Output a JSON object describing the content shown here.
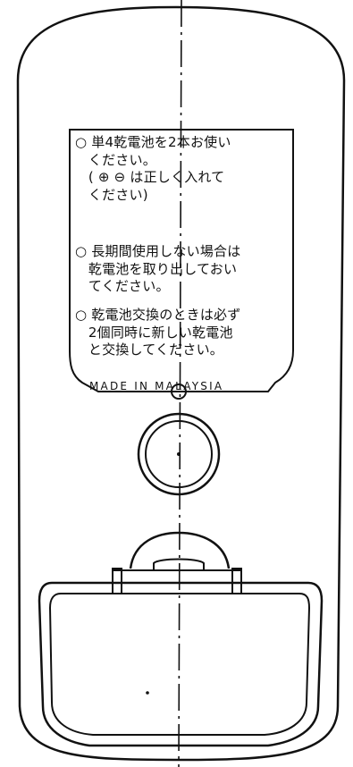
{
  "notices": [
    "○ 単4乾電池を2本お使い\n   ください。\n   ( ⊕ ⊖ は正しく入れて\n   ください)",
    "○ 長期間使用しない場合は\n   乾電池を取り出しておい\n   てください。",
    "○ 乾電池交換のときは必ず\n   2個同時に新しい乾電池\n   と交換してください。"
  ],
  "made_in": "MADE IN MALAYSIA"
}
